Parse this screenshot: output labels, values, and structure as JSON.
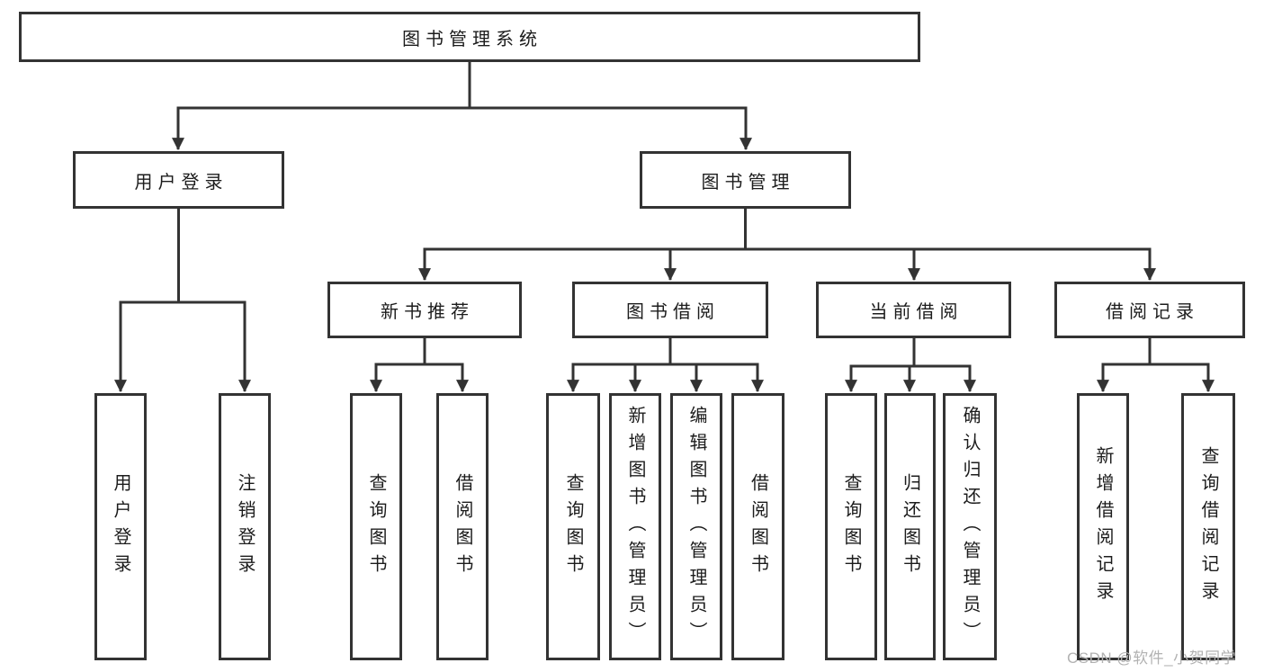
{
  "diagram": {
    "root": {
      "label": "图书管理系统"
    },
    "level2": {
      "user_login": {
        "label": "用户登录"
      },
      "book_management": {
        "label": "图书管理"
      }
    },
    "level3": {
      "new_book_recommend": {
        "label": "新书推荐"
      },
      "book_borrowing": {
        "label": "图书借阅"
      },
      "current_borrowing": {
        "label": "当前借阅"
      },
      "borrowing_records": {
        "label": "借阅记录"
      }
    },
    "leaves": {
      "user_login": "用户登录",
      "logout": "注销登录",
      "nb_query_books": "查询图书",
      "nb_borrow_books": "借阅图书",
      "bb_query_books": "查询图书",
      "bb_add_books": "新增图书（管理员）",
      "bb_edit_books": "编辑图书（管理员）",
      "bb_borrow_books": "借阅图书",
      "cb_query_books": "查询图书",
      "cb_return_books": "归还图书",
      "cb_confirm_return": "确认归还（管理员）",
      "br_add_record": "新增借阅记录",
      "br_query_record": "查询借阅记录"
    }
  },
  "watermark": "CSDN @软件_小贺同学",
  "colors": {
    "background": "#ffffff",
    "box_border": "#333333",
    "connector_line": "#333333",
    "text": "#1c1c1c",
    "watermark_text": "#b2b2b2"
  }
}
